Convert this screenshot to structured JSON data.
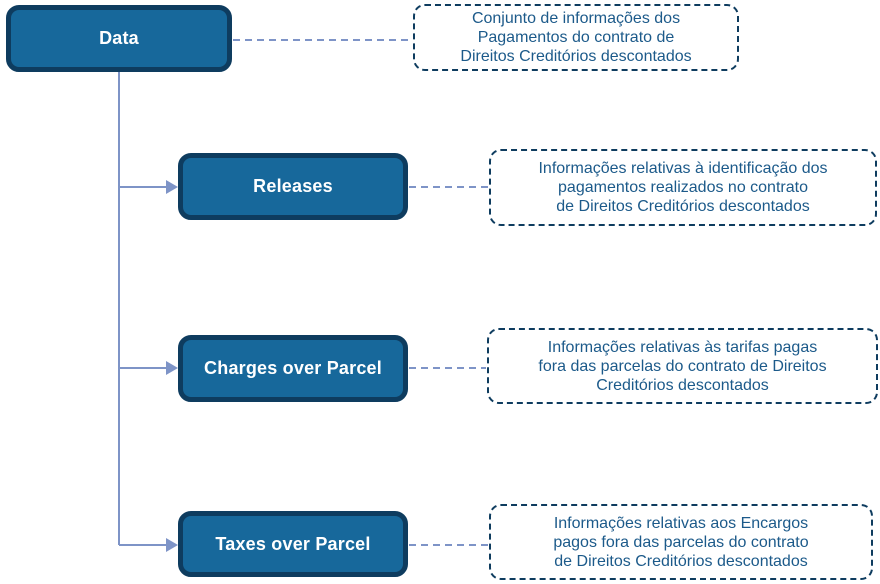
{
  "diagram": {
    "root": {
      "label": "Data",
      "desc_lines": [
        "Conjunto de informações dos",
        "Pagamentos do contrato de",
        "Direitos Creditórios descontados"
      ]
    },
    "children": [
      {
        "label": "Releases",
        "desc_lines": [
          "Informações relativas à identificação dos",
          "pagamentos realizados no contrato",
          "de Direitos Creditórios descontados"
        ]
      },
      {
        "label": "Charges over Parcel",
        "desc_lines": [
          "Informações relativas às tarifas pagas",
          "fora das parcelas do contrato de Direitos",
          "Creditórios descontados"
        ]
      },
      {
        "label": "Taxes over Parcel",
        "desc_lines": [
          "Informações relativas aos Encargos",
          "pagos fora das parcelas do contrato",
          "de Direitos Creditórios descontados"
        ]
      }
    ],
    "colors": {
      "node_fill": "#17689B",
      "node_border": "#0E3C5F",
      "node_text": "#FFFFFF",
      "annotation_border": "#0E3C5F",
      "annotation_text": "#1C5A8A",
      "connector": "#7E94C7"
    }
  }
}
